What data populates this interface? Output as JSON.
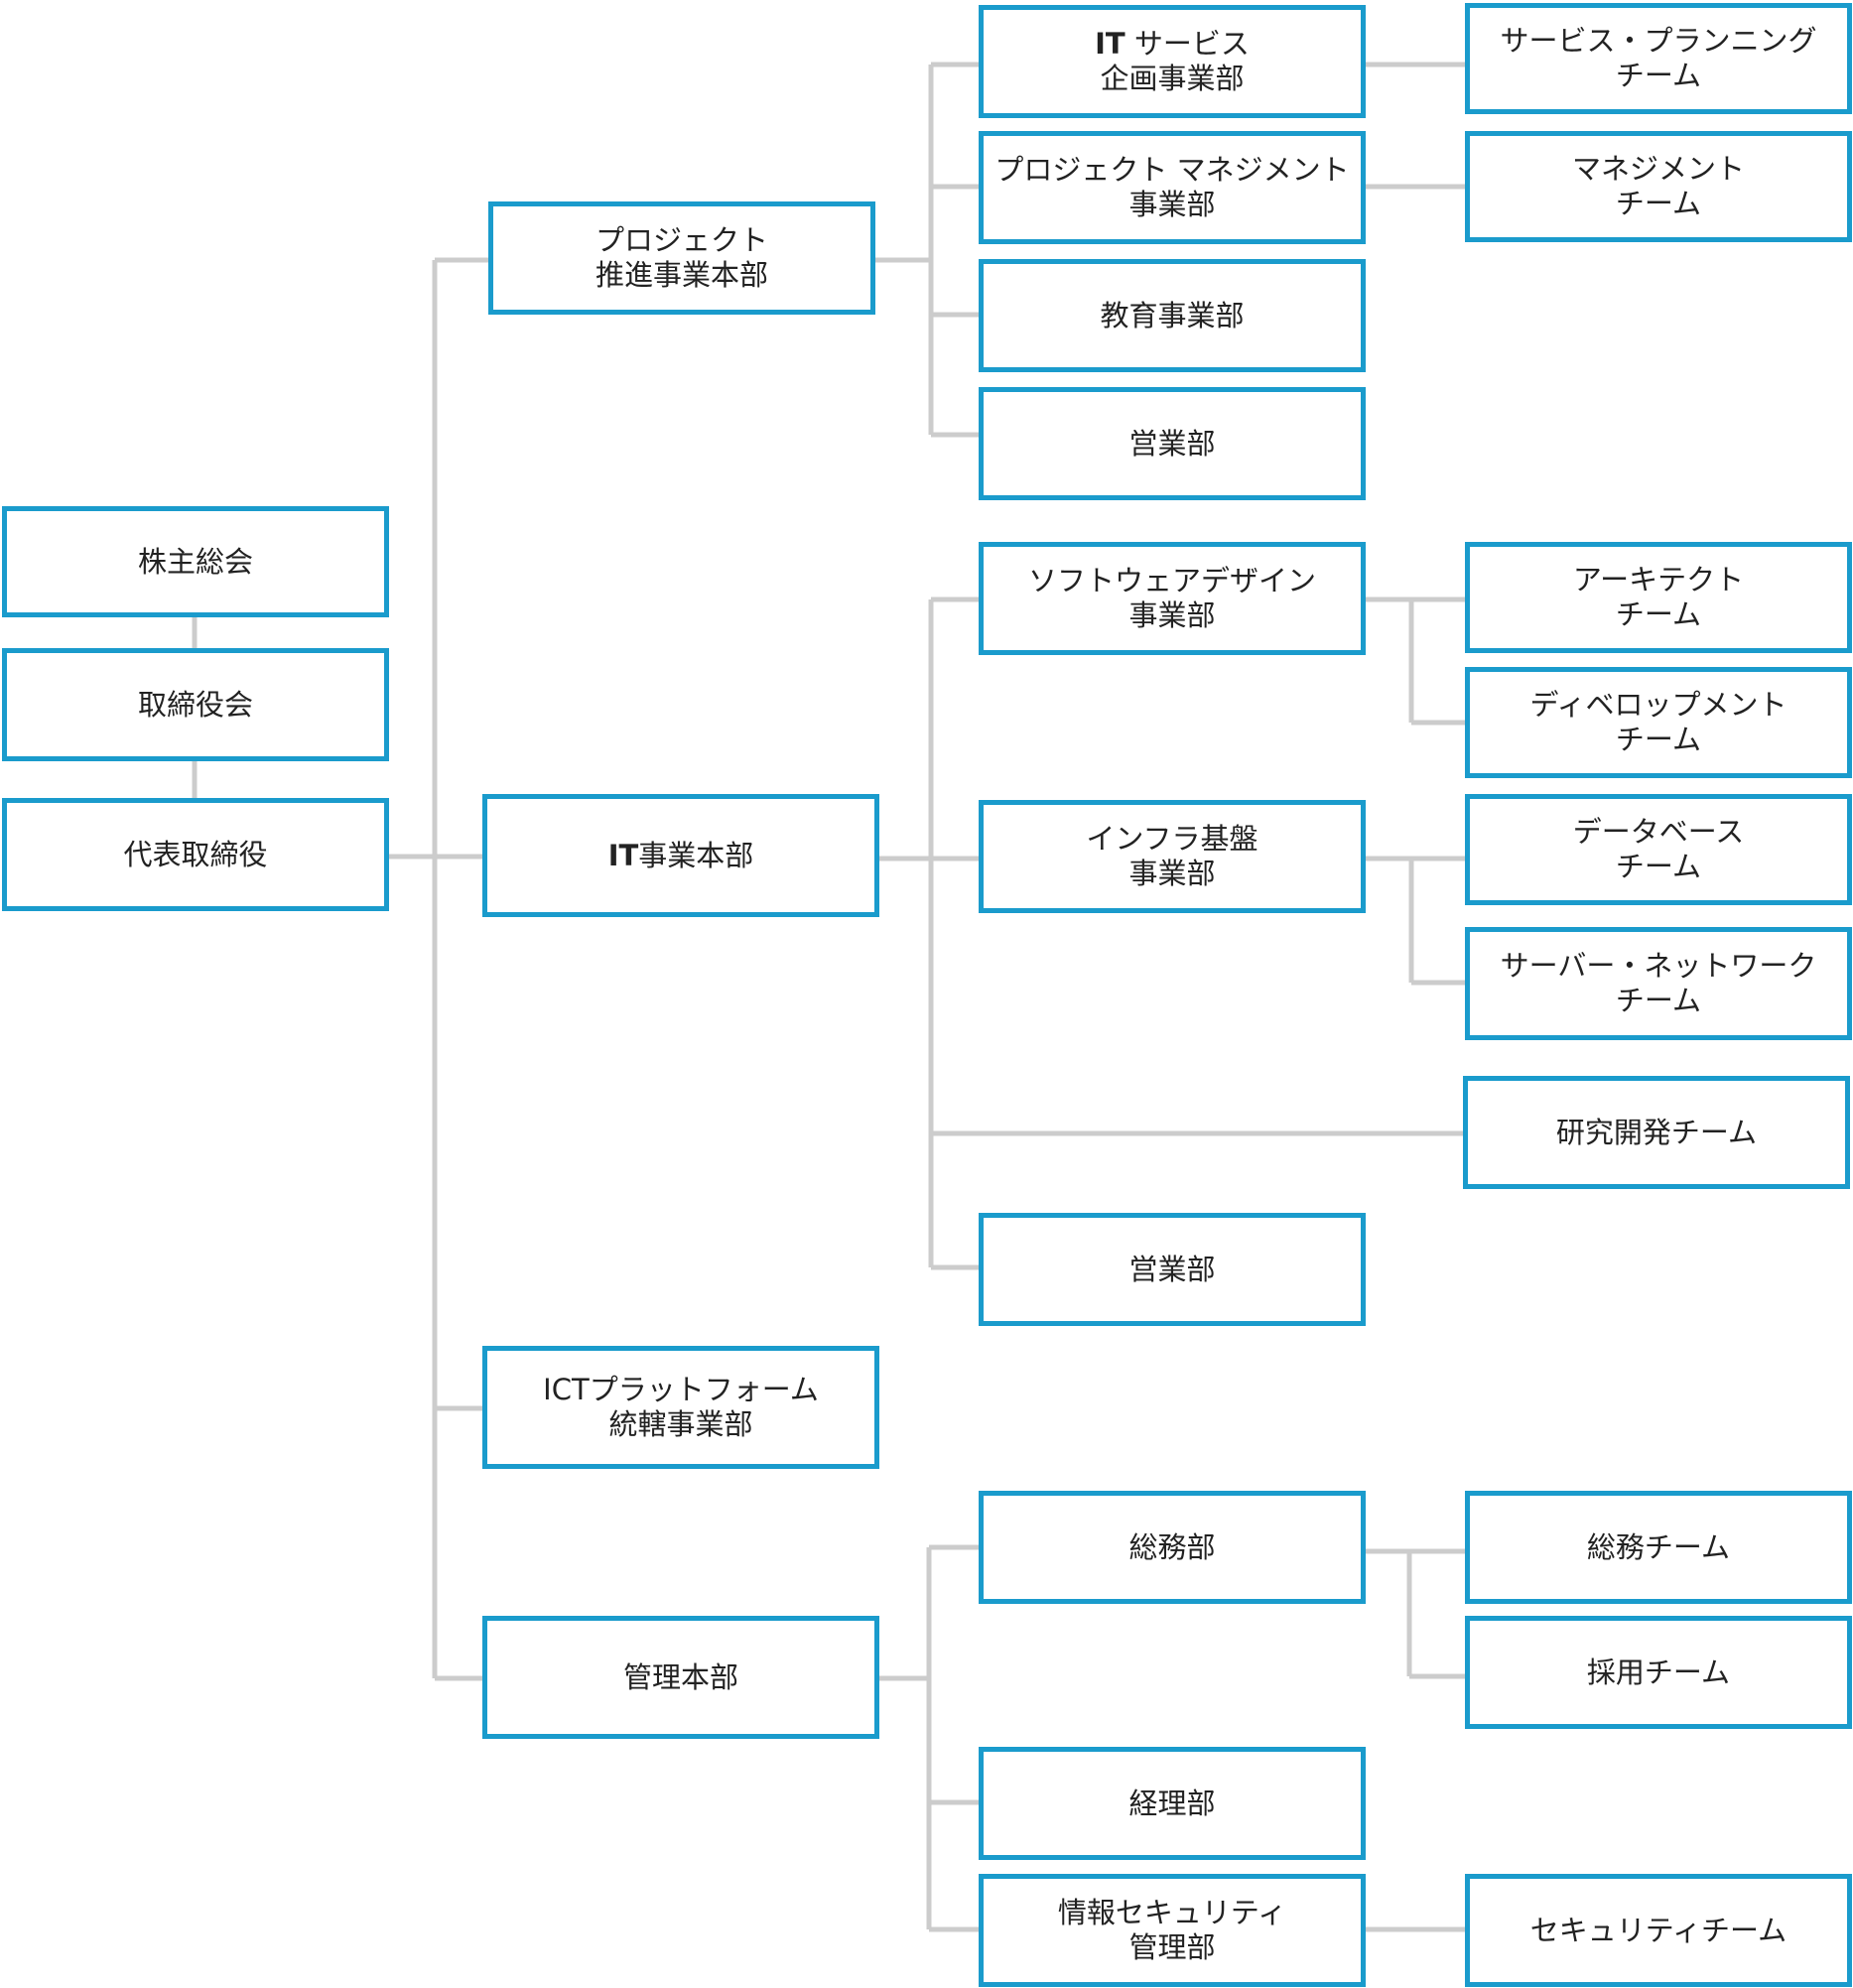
{
  "colors": {
    "border": "#1a9bcc",
    "line": "#cccccc",
    "text": "#222222"
  },
  "nodes": {
    "shareholders": {
      "line1": "株主総会"
    },
    "board": {
      "line1": "取締役会"
    },
    "ceo": {
      "line1": "代表取締役"
    },
    "project_hq": {
      "line1": "プロジェクト",
      "line2": "推進事業本部"
    },
    "it_hq": {
      "prefix": "IT",
      "line1": "事業本部"
    },
    "ict_platform": {
      "line1": "ICTプラットフォーム",
      "line2": "統轄事業部"
    },
    "admin_hq": {
      "line1": "管理本部"
    },
    "it_service_planning": {
      "prefix": "IT",
      "line1": "サービス",
      "line2": "企画事業部"
    },
    "project_management": {
      "line1": "プロジェクト マネジメント",
      "line2": "事業部"
    },
    "education": {
      "line1": "教育事業部"
    },
    "sales_1": {
      "line1": "営業部"
    },
    "software_design": {
      "line1": "ソフトウェアデザイン",
      "line2": "事業部"
    },
    "infrastructure": {
      "line1": "インフラ基盤",
      "line2": "事業部"
    },
    "sales_2": {
      "line1": "営業部"
    },
    "general_affairs": {
      "line1": "総務部"
    },
    "accounting": {
      "line1": "経理部"
    },
    "info_security_mgmt": {
      "line1": "情報セキュリティ",
      "line2": "管理部"
    },
    "service_planning_team": {
      "line1": "サービス・プランニング",
      "line2": "チーム"
    },
    "management_team": {
      "line1": "マネジメント",
      "line2": "チーム"
    },
    "architect_team": {
      "line1": "アーキテクト",
      "line2": "チーム"
    },
    "development_team": {
      "line1": "ディベロップメント",
      "line2": "チーム"
    },
    "database_team": {
      "line1": "データベース",
      "line2": "チーム"
    },
    "server_network_team": {
      "line1": "サーバー・ネットワーク",
      "line2": "チーム"
    },
    "rnd_team": {
      "line1": "研究開発チーム"
    },
    "general_affairs_team": {
      "line1": "総務チーム"
    },
    "recruiting_team": {
      "line1": "採用チーム"
    },
    "security_team": {
      "line1": "セキュリティチーム"
    }
  }
}
